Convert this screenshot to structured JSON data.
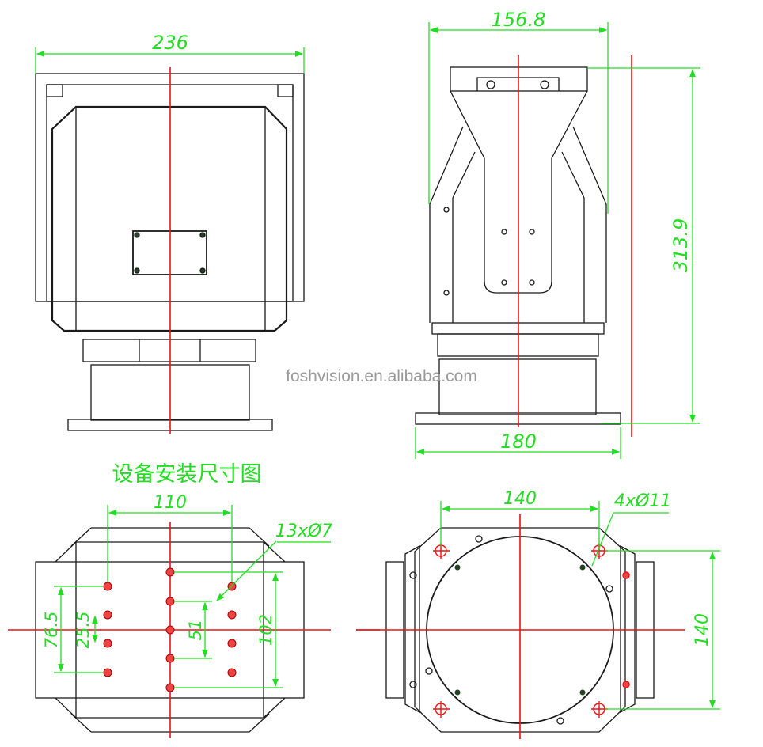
{
  "drawing": {
    "title_cn": "设备安装尺寸图",
    "watermark": "foshvision.en.alibaba.com",
    "colors": {
      "outline": "#1a1a1a",
      "dimension": "#22dd22",
      "centerline": "#ee1111",
      "watermark": "#9a9a9a"
    }
  },
  "views": {
    "front": {
      "width_dim": "236"
    },
    "side": {
      "top_width_dim": "156.8",
      "height_dim": "313.9",
      "base_width_dim": "180"
    },
    "bottom_mount": {
      "hole_spacing_x": "110",
      "hole_callout": "13xØ7",
      "outer_span_y": "76.5",
      "inner_pitch_y": "25.5",
      "center_span_y": "51",
      "center_total_y": "102"
    },
    "base_plate": {
      "hole_spacing_x": "140",
      "hole_spacing_y": "140",
      "hole_callout": "4xØ11"
    }
  }
}
